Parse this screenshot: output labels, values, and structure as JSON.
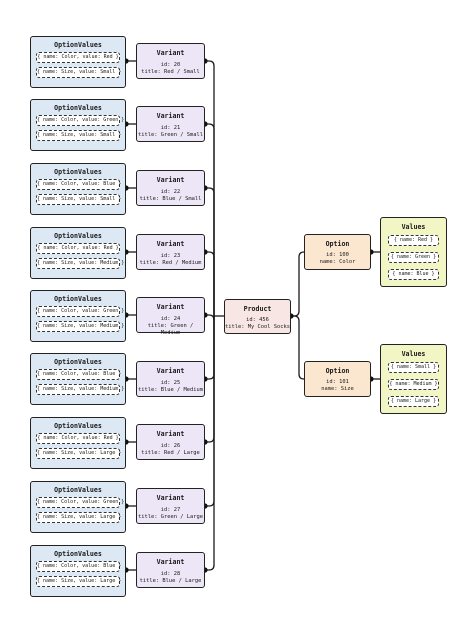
{
  "option_values": [
    {
      "title": "OptionValues",
      "pills": [
        "{ name: Color, value: Red }",
        "{ name: Size, value: Small }"
      ]
    },
    {
      "title": "OptionValues",
      "pills": [
        "{ name: Color, value: Green }",
        "{ name: Size, value: Small }"
      ]
    },
    {
      "title": "OptionValues",
      "pills": [
        "{ name: Color, value: Blue }",
        "{ name: Size, value: Small }"
      ]
    },
    {
      "title": "OptionValues",
      "pills": [
        "{ name: Color, value: Red }",
        "{ name: Size, value: Medium }"
      ]
    },
    {
      "title": "OptionValues",
      "pills": [
        "{ name: Color, value: Green }",
        "{ name: Size, value: Medium }"
      ]
    },
    {
      "title": "OptionValues",
      "pills": [
        "{ name: Color, value: Blue }",
        "{ name: Size, value: Medium }"
      ]
    },
    {
      "title": "OptionValues",
      "pills": [
        "{ name: Color, value: Red }",
        "{ name: Size, value: Large }"
      ]
    },
    {
      "title": "OptionValues",
      "pills": [
        "{ name: Color, value: Green }",
        "{ name: Size, value: Large }"
      ]
    },
    {
      "title": "OptionValues",
      "pills": [
        "{ name: Color, value: Blue }",
        "{ name: Size, value: Large }"
      ]
    }
  ],
  "variants": [
    {
      "title": "Variant",
      "id": "id: 20",
      "label": "title: Red / Small"
    },
    {
      "title": "Variant",
      "id": "id: 21",
      "label": "title: Green / Small"
    },
    {
      "title": "Variant",
      "id": "id: 22",
      "label": "title: Blue / Small"
    },
    {
      "title": "Variant",
      "id": "id: 23",
      "label": "title: Red / Medium"
    },
    {
      "title": "Variant",
      "id": "id: 24",
      "label": "title: Green / Medium"
    },
    {
      "title": "Variant",
      "id": "id: 25",
      "label": "title: Blue / Medium"
    },
    {
      "title": "Variant",
      "id": "id: 26",
      "label": "title: Red / Large"
    },
    {
      "title": "Variant",
      "id": "id: 27",
      "label": "title: Green / Large"
    },
    {
      "title": "Variant",
      "id": "id: 28",
      "label": "title: Blue / Large"
    }
  ],
  "product": {
    "title": "Product",
    "id": "id: 456",
    "label": "title: My Cool Socks"
  },
  "options": [
    {
      "title": "Option",
      "id": "id: 100",
      "name": "name: Color"
    },
    {
      "title": "Option",
      "id": "id: 101",
      "name": "name: Size"
    }
  ],
  "values": [
    {
      "title": "Values",
      "pills": [
        "{ name: Red }",
        "{ name: Green }",
        "{ name: Blue }"
      ]
    },
    {
      "title": "Values",
      "pills": [
        "{ name: Small }",
        "{ name: Medium }",
        "{ name: Large }"
      ]
    }
  ],
  "colors": {
    "variant_fill": "#ede6f6",
    "option_values_fill": "#dce9f5",
    "product_fill": "#f7e6e4",
    "option_fill": "#fbe6d0",
    "values_fill": "#f2f5c4",
    "edge": "#1a1a1a"
  }
}
